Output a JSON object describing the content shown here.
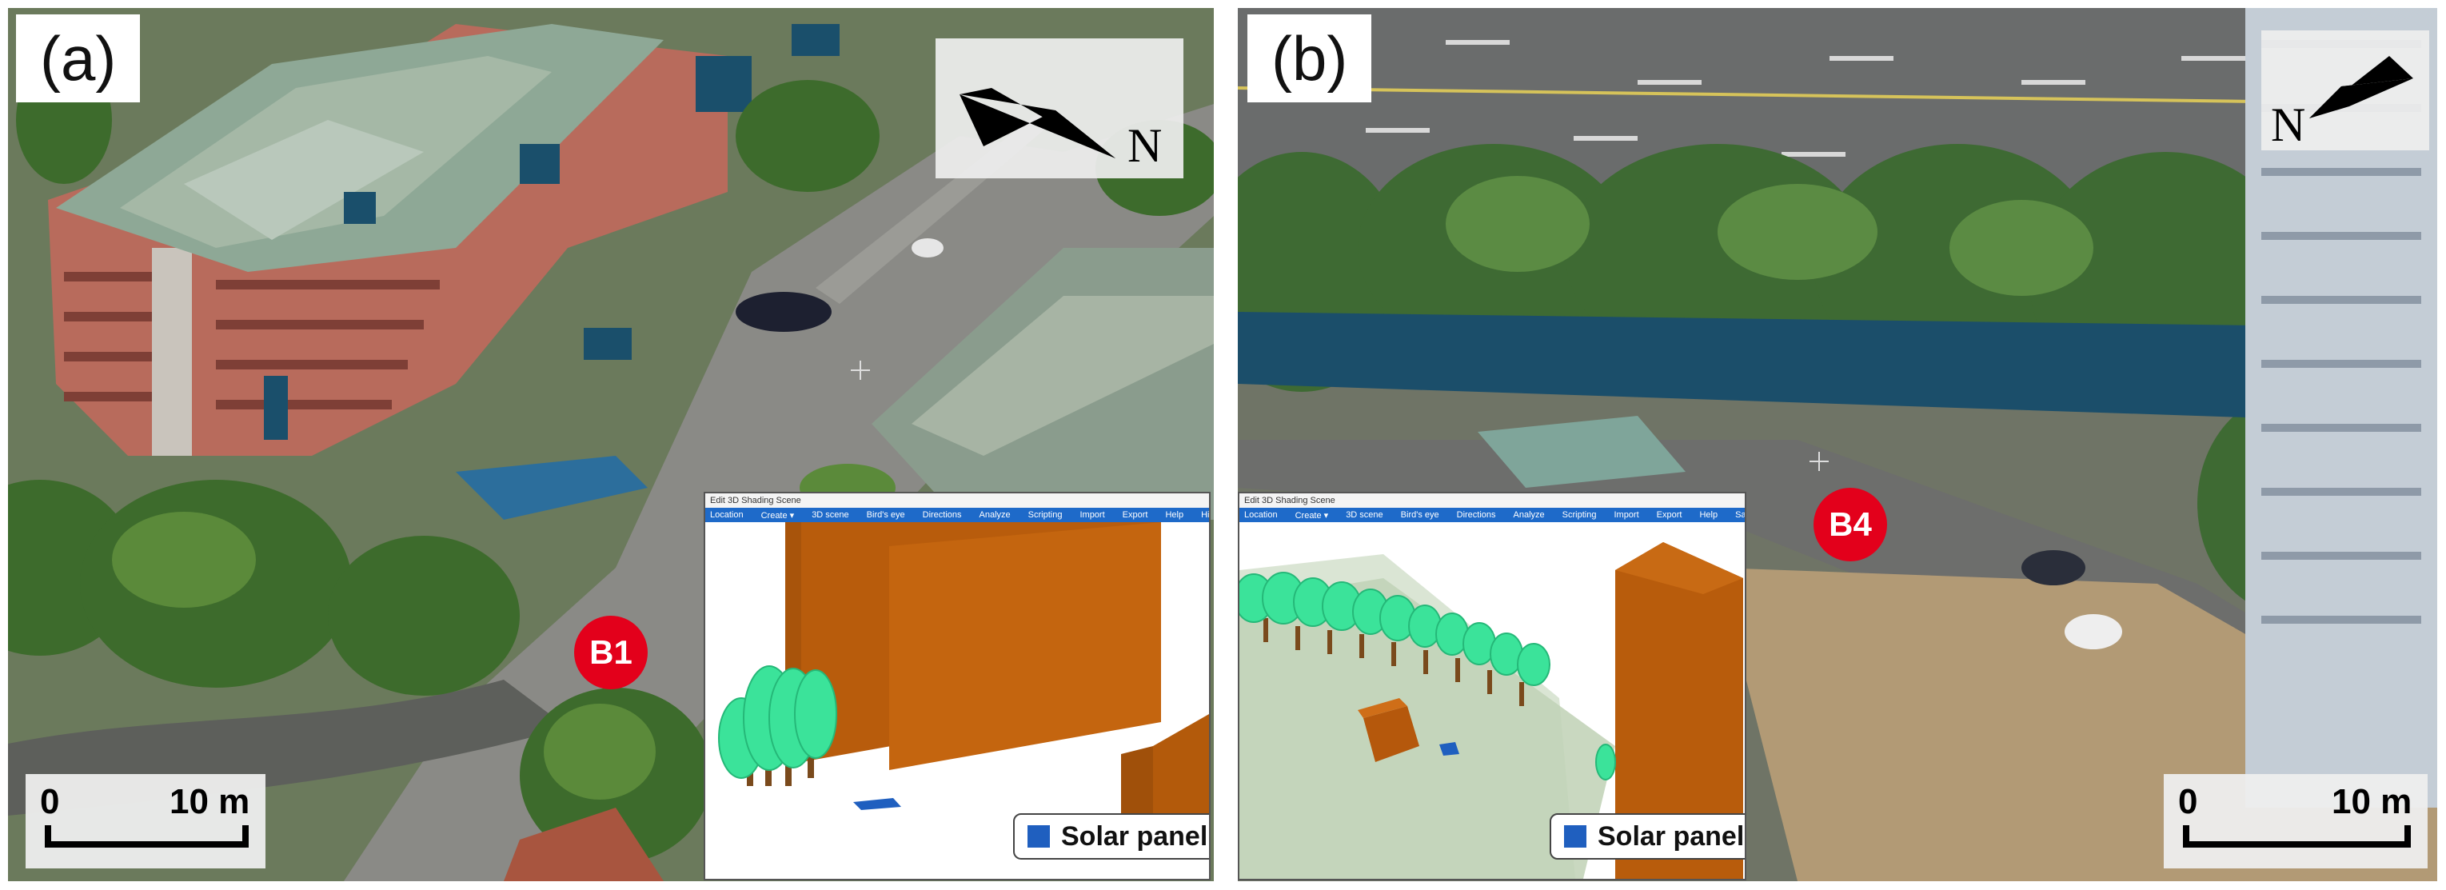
{
  "panels": [
    {
      "label": "(a)",
      "north": "N",
      "scale": {
        "zero": "0",
        "distance": "10 m"
      },
      "building_marker": "B1",
      "inset": {
        "title": "Edit 3D Shading Scene",
        "menu_left": [
          "Location",
          "Create ▾",
          "3D scene",
          "Bird's eye",
          "Directions",
          "Analyze",
          "Scripting",
          "Import",
          "Export",
          "Help"
        ],
        "menu_right": "Hide and show",
        "legend": "Solar panel"
      }
    },
    {
      "label": "(b)",
      "north": "N",
      "scale": {
        "zero": "0",
        "distance": "10 m"
      },
      "building_marker": "B4",
      "inset": {
        "title": "Edit 3D Shading Scene",
        "menu_left": [
          "Location",
          "Create ▾",
          "3D scene",
          "Bird's eye",
          "Directions",
          "Analyze",
          "Scripting",
          "Import",
          "Export",
          "Help"
        ],
        "menu_right": "Save and close",
        "legend": "Solar panel"
      }
    }
  ],
  "colors": {
    "marker": "#e3001b",
    "solar_panel": "#1f5fbf",
    "obstruction_building": "#b85c0c",
    "tree_canopy": "#3be39a",
    "menu_bar": "#1e6ac9"
  }
}
